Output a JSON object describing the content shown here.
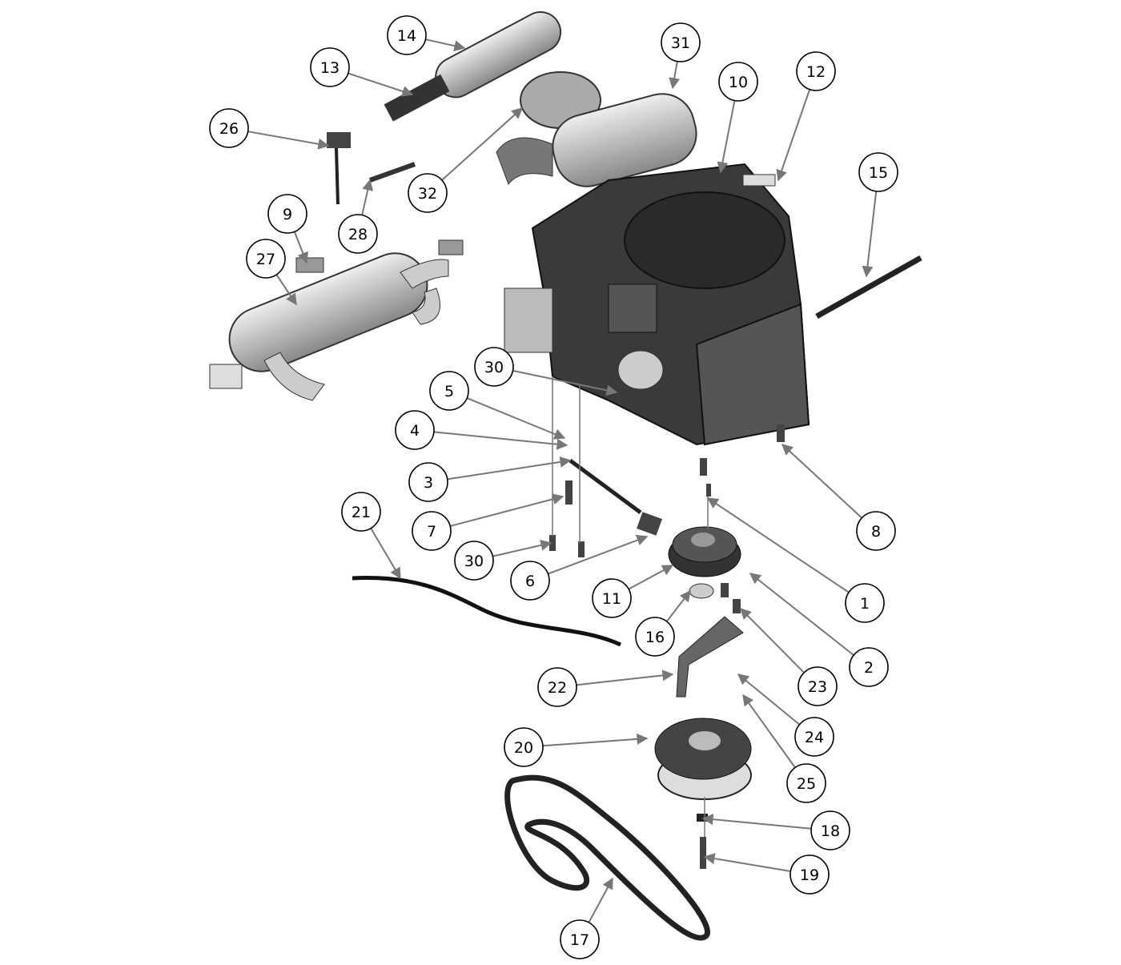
{
  "title": "Engine assembly exploded parts diagram",
  "callouts": [
    {
      "label": "14"
    },
    {
      "label": "13"
    },
    {
      "label": "26"
    },
    {
      "label": "31"
    },
    {
      "label": "10"
    },
    {
      "label": "12"
    },
    {
      "label": "15"
    },
    {
      "label": "32"
    },
    {
      "label": "28"
    },
    {
      "label": "9"
    },
    {
      "label": "27"
    },
    {
      "label": "30"
    },
    {
      "label": "5"
    },
    {
      "label": "4"
    },
    {
      "label": "3"
    },
    {
      "label": "7"
    },
    {
      "label": "21"
    },
    {
      "label": "30"
    },
    {
      "label": "6"
    },
    {
      "label": "11"
    },
    {
      "label": "16"
    },
    {
      "label": "8"
    },
    {
      "label": "1"
    },
    {
      "label": "2"
    },
    {
      "label": "23"
    },
    {
      "label": "22"
    },
    {
      "label": "24"
    },
    {
      "label": "20"
    },
    {
      "label": "25"
    },
    {
      "label": "18"
    },
    {
      "label": "19"
    },
    {
      "label": "17"
    }
  ],
  "colors": {
    "engine": "#3a3a3a",
    "metal": "#c8c8c8",
    "dark": "#1e1e1e",
    "leader": "#777777"
  }
}
